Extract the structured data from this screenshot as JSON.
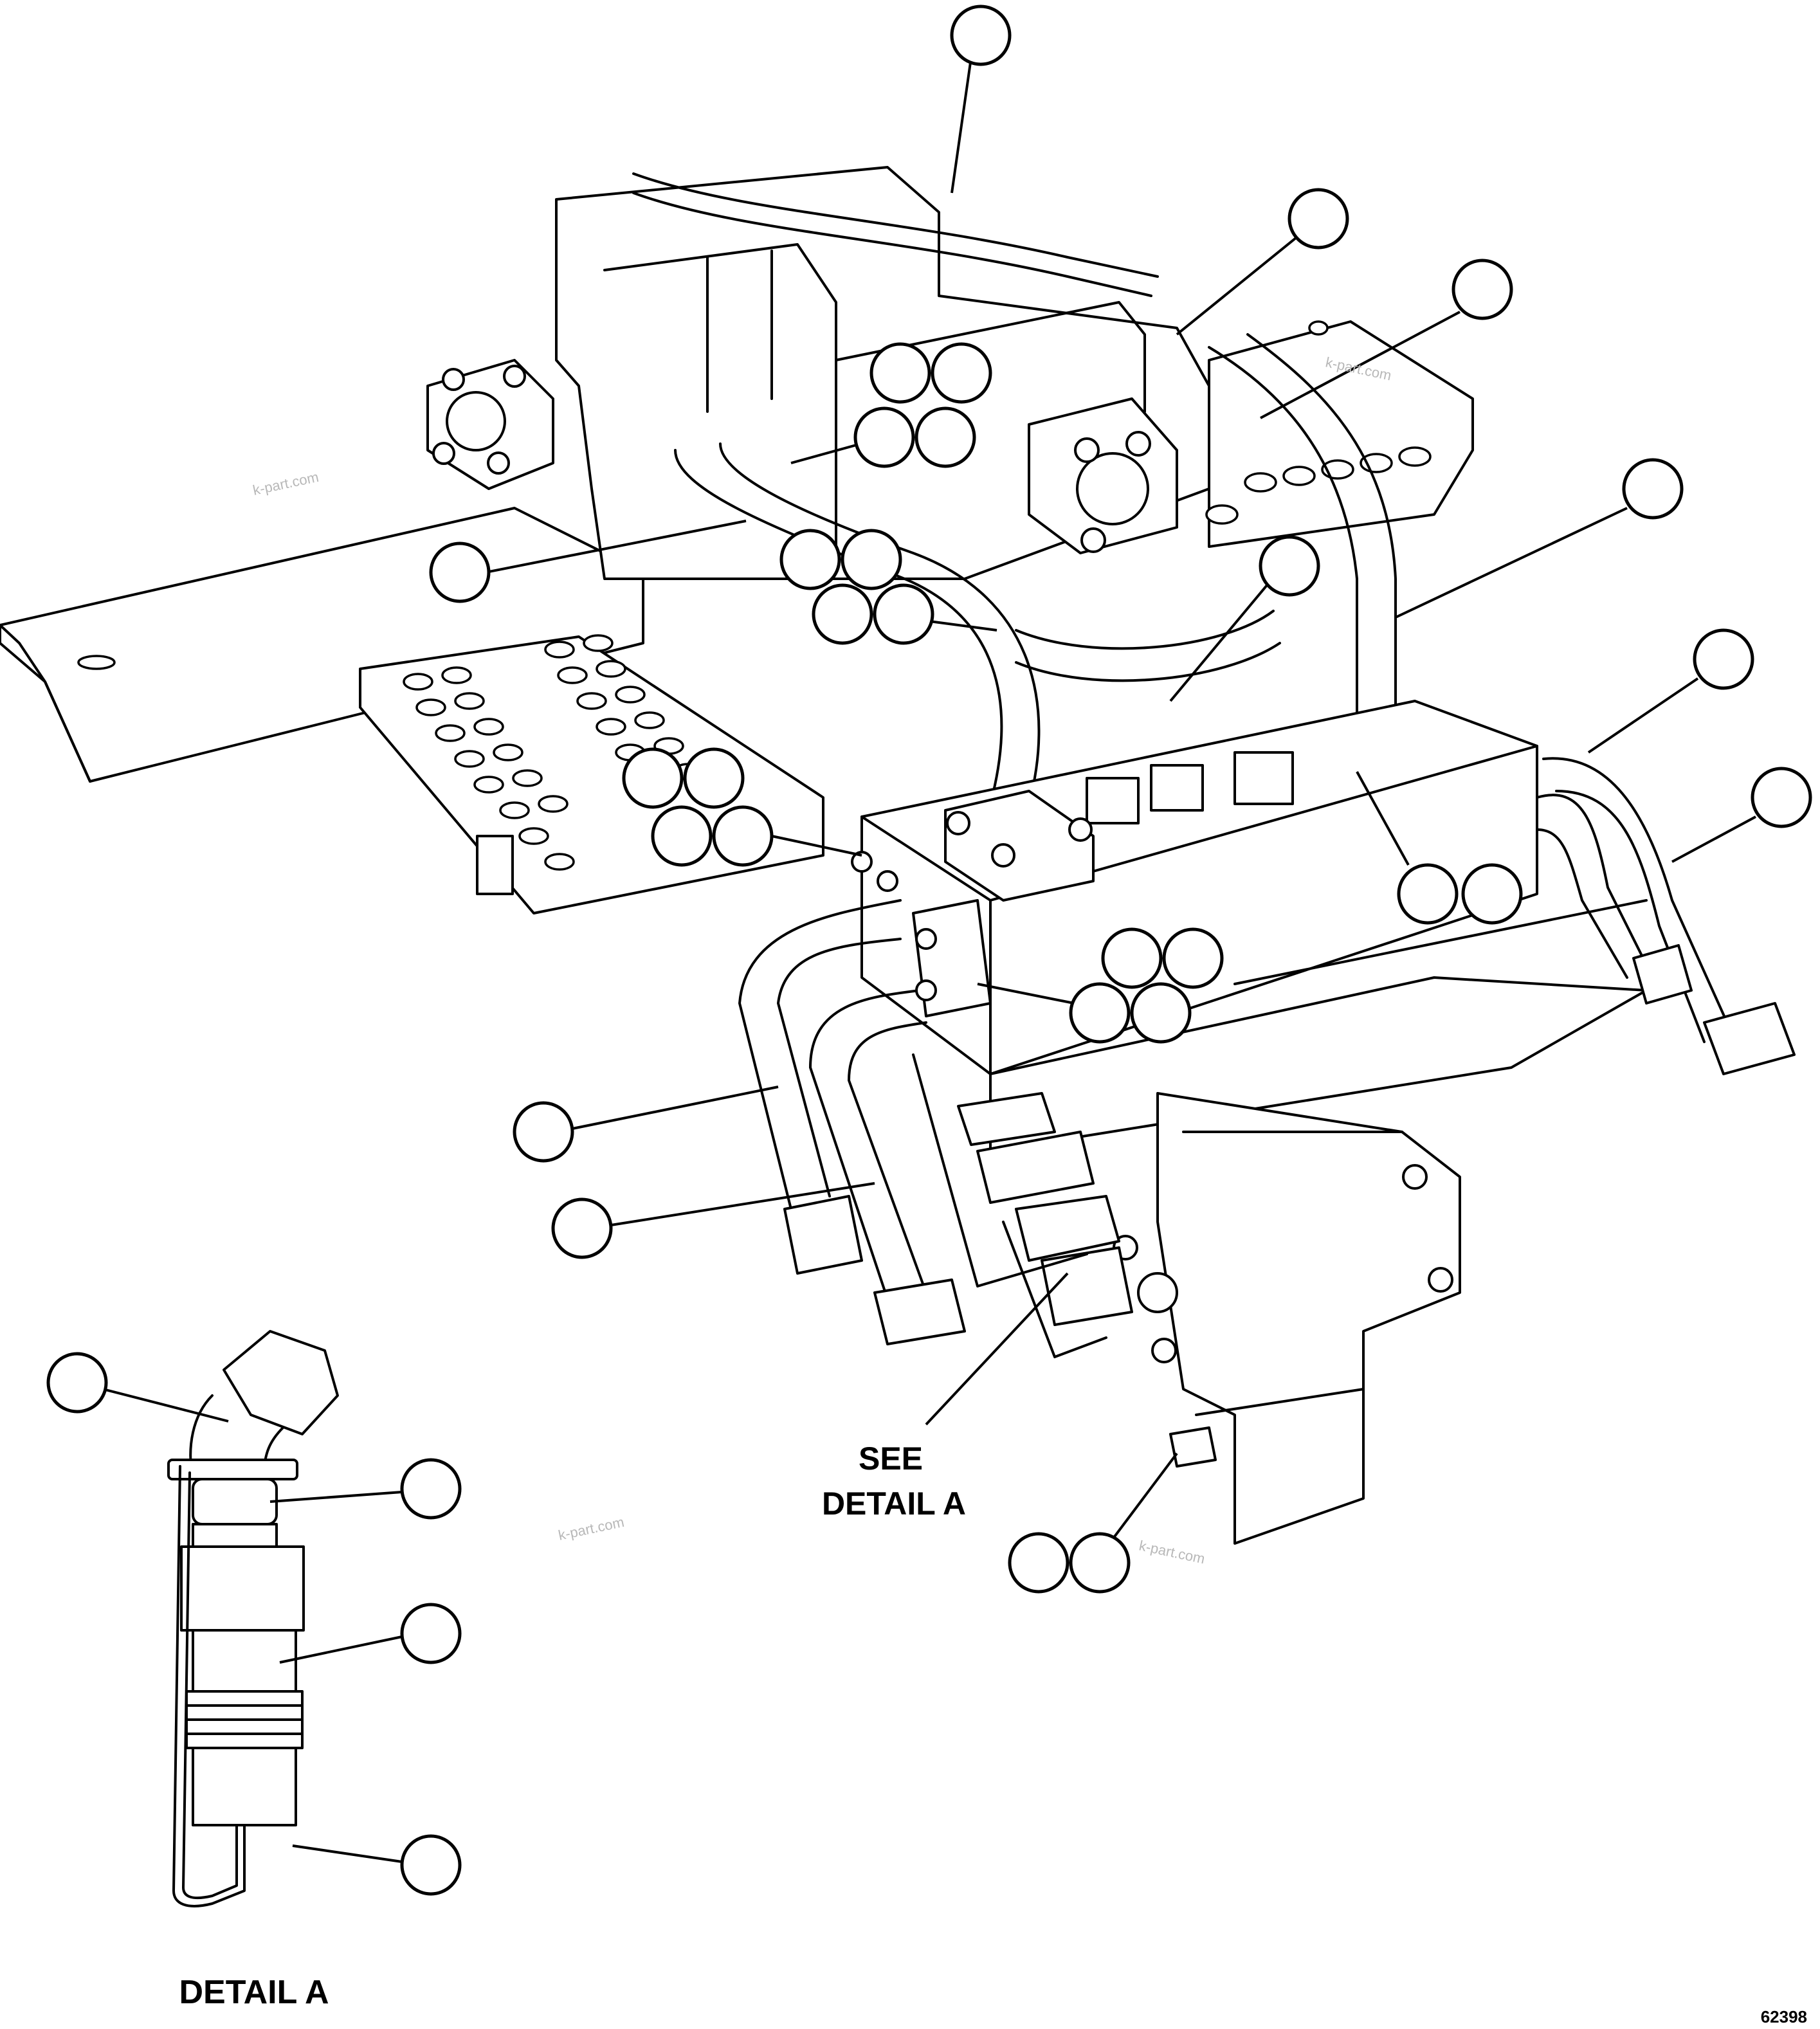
{
  "labels": {
    "see_detail_line1": "SEE",
    "see_detail_line2": "DETAIL A",
    "detail_title": "DETAIL A"
  },
  "drawing_number": "62398",
  "watermark": "k-part.com"
}
